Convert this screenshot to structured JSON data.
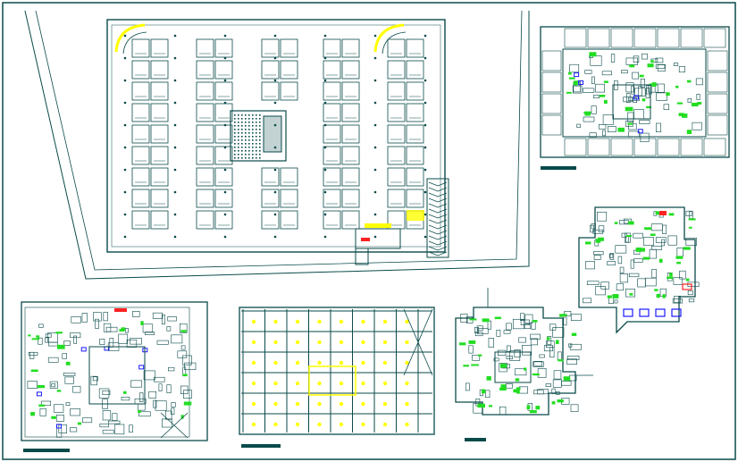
{
  "drawing": {
    "colors": {
      "background": "#ffffff",
      "linework": "#0a4a4a",
      "paper_border": "#0a4a4a",
      "green_fixtures": "#22dd22",
      "yellow_fixtures": "#ffff00",
      "blue_furniture": "#1a1aff",
      "red_marks": "#ff2222"
    },
    "views": [
      {
        "name": "basement-parking-plan",
        "has_title_bar": false
      },
      {
        "name": "upper-floor-plan-a",
        "has_title_bar": true
      },
      {
        "name": "upper-floor-plan-b",
        "has_title_bar": false
      },
      {
        "name": "ground-floor-plan",
        "has_title_bar": true
      },
      {
        "name": "ceiling-grid-plan",
        "has_title_bar": true
      },
      {
        "name": "upper-floor-plan-c",
        "has_title_bar": true
      }
    ]
  }
}
